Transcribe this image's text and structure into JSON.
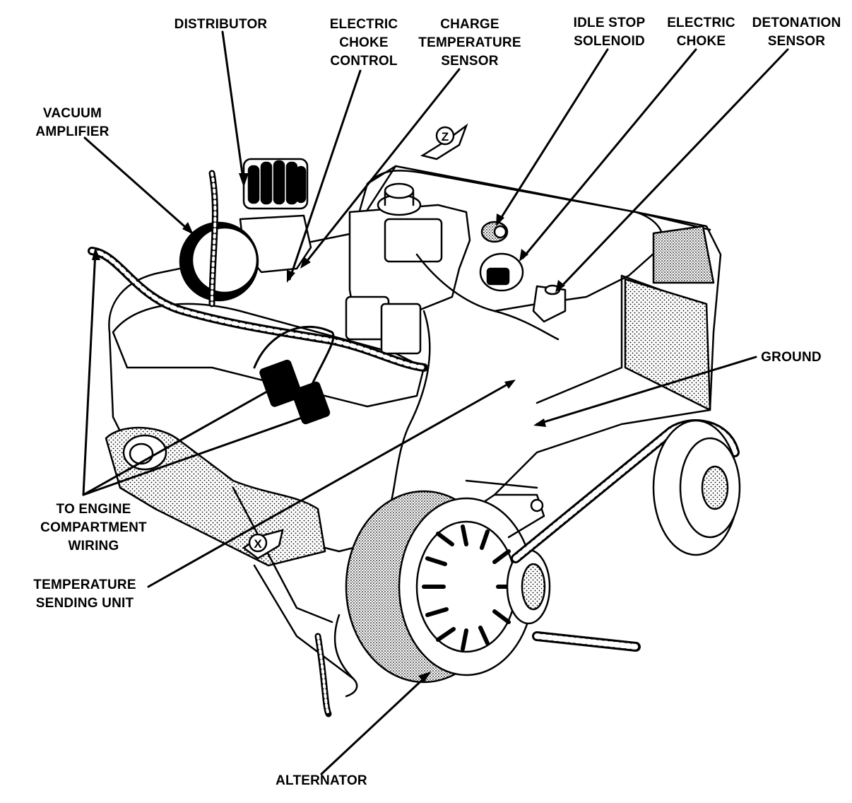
{
  "labels": {
    "distributor": [
      "DISTRIBUTOR"
    ],
    "electric_choke_control": [
      "ELECTRIC",
      "CHOKE",
      "CONTROL"
    ],
    "charge_temperature_sensor": [
      "CHARGE",
      "TEMPERATURE",
      "SENSOR"
    ],
    "idle_stop_solenoid": [
      "IDLE STOP",
      "SOLENOID"
    ],
    "electric_choke": [
      "ELECTRIC",
      "CHOKE"
    ],
    "detonation_sensor": [
      "DETONATION",
      "SENSOR"
    ],
    "vacuum_amplifier": [
      "VACUUM",
      "AMPLIFIER"
    ],
    "ground": [
      "GROUND"
    ],
    "to_engine_compartment_wiring": [
      "TO ENGINE",
      "COMPARTMENT",
      "WIRING"
    ],
    "temperature_sending_unit": [
      "TEMPERATURE",
      "SENDING UNIT"
    ],
    "alternator": [
      "ALTERNATOR"
    ]
  },
  "view_markers": {
    "top": "Z",
    "bottom": "X"
  }
}
